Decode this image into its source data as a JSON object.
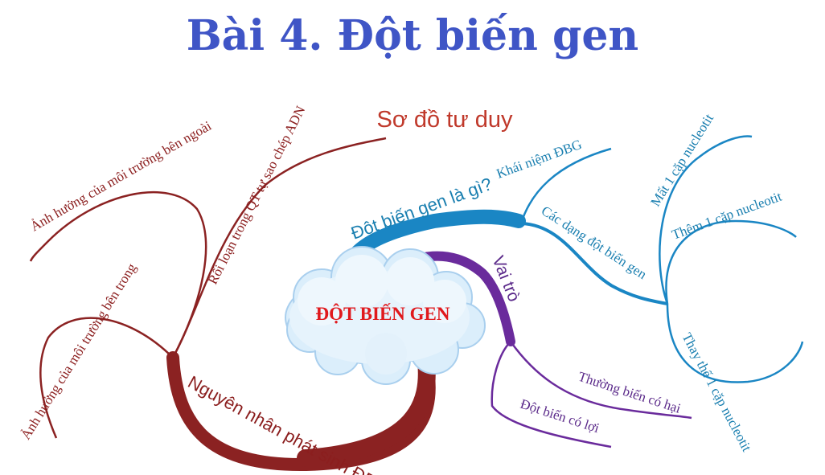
{
  "title": "Bài 4. Đột biến gen",
  "subtitle": "Sơ đồ tư duy",
  "center": {
    "label": "ĐỘT BIẾN GEN"
  },
  "branches": {
    "definition": {
      "label": "Đột biến gen là gì?",
      "color": "#1a86c4",
      "children": {
        "concept": "Khái niệm ĐBG",
        "types": {
          "label": "Các dạng đột biến gen",
          "children": [
            "Mất 1 cặp nucleotit",
            "Thêm 1 cặp nucleotit",
            "Thay thế 1 cặp nucleotit"
          ]
        }
      }
    },
    "role": {
      "label": "Vai trò",
      "color": "#6a2b9c",
      "children": [
        "Thường biến có hại",
        "Đột biến có lợi"
      ]
    },
    "cause": {
      "label": "Nguyên nhân phát sinh ĐBG",
      "color": "#8b2020",
      "children": [
        "Rối loạn trong QT tự sao chép ADN",
        "Ảnh hưởng của môi trường bên ngoài",
        "Ảnh hưởng của môi trường bên trong"
      ]
    }
  }
}
